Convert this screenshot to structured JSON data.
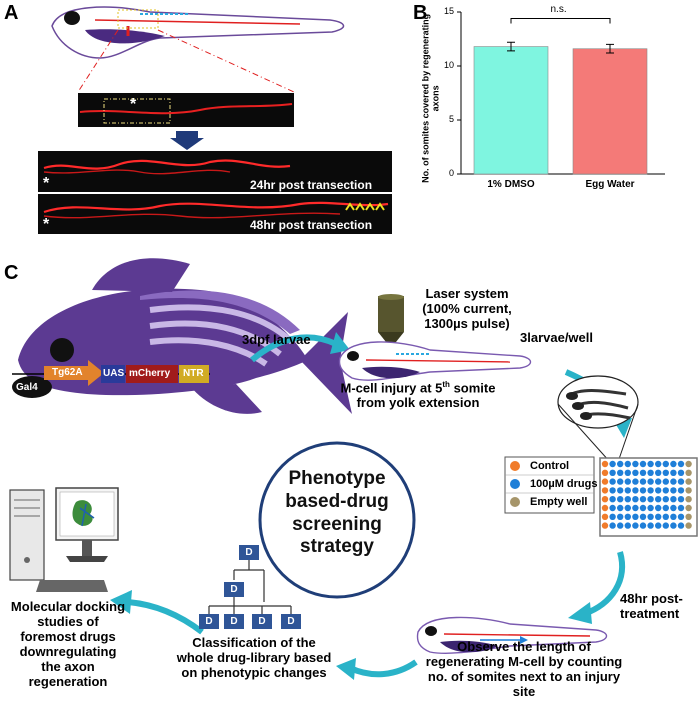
{
  "panels": {
    "A": "A",
    "B": "B",
    "C": "C"
  },
  "panel_a": {
    "label_24": "24hr post transection",
    "label_48": "48hr post transection",
    "asterisk": "*"
  },
  "chart_data": {
    "type": "bar",
    "categories": [
      "1% DMSO",
      "Egg Water"
    ],
    "values": [
      11.8,
      11.6
    ],
    "errors": [
      0.4,
      0.4
    ],
    "colors": [
      "#7ff5e0",
      "#f47a78"
    ],
    "ylabel": "No. of somites covered by regenerating axons",
    "ylim": [
      0,
      15
    ],
    "yticks": [
      0,
      5,
      10,
      15
    ],
    "significance": "n.s."
  },
  "panel_c": {
    "construct": [
      "Gal4",
      "Tg62A",
      "UAS",
      "mCherry",
      "NTR"
    ],
    "larvae_label": "3dpf larvae",
    "laser_line1": "Laser system",
    "laser_line2": "(100% current,",
    "laser_line3": "1300µs pulse)",
    "larvae_per_well": "3larvae/well",
    "injury_line1": "M-cell injury at 5",
    "injury_sup": "th",
    "injury_line1_end": " somite",
    "injury_line2": "from yolk extension",
    "legend": [
      "Control",
      "100µM drugs",
      "Empty well"
    ],
    "legend_colors": [
      "#f07b2a",
      "#1f7fd8",
      "#a6956a"
    ],
    "center_line1": "Phenotype",
    "center_line2": "based-drug",
    "center_line3": "screening",
    "center_line4": "strategy",
    "post_line1": "48hr post-",
    "post_line2": "treatment",
    "observe_line1": "Observe the length of",
    "observe_line2": "regenerating M-cell by counting",
    "observe_line3": "no. of somites next to an injury",
    "observe_line4": "site",
    "class_line1": "Classification of the",
    "class_line2": "whole drug-library based",
    "class_line3": "on phenotypic changes",
    "dock_line1": "Molecular docking",
    "dock_line2": "studies of",
    "dock_line3": "foremost drugs",
    "dock_line4": "downregulating",
    "dock_line5": "the axon",
    "dock_line6": "regeneration",
    "tree_node": "D"
  }
}
